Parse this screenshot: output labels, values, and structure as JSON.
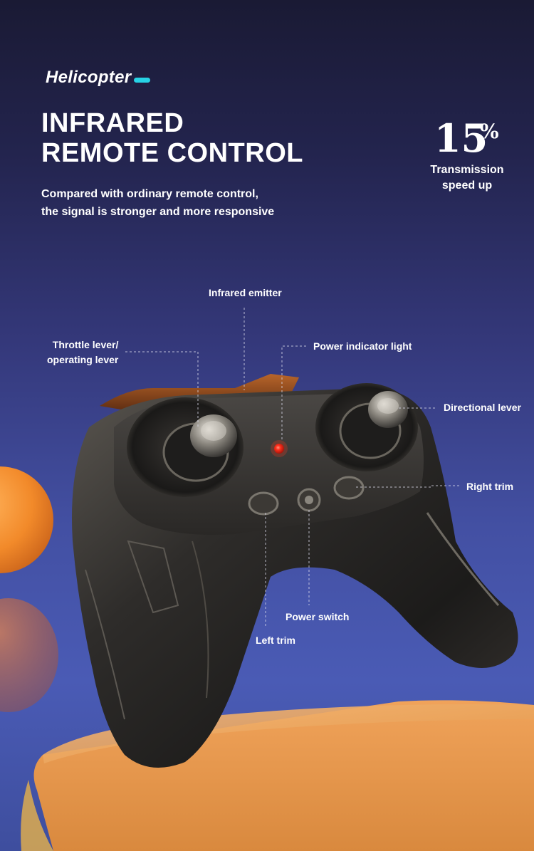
{
  "header": {
    "tag": "Helicopter",
    "title_lines": [
      "INFRARED",
      "REMOTE CONTROL"
    ],
    "subtitle_lines": [
      "Compared with ordinary remote control,",
      "the signal is stronger and more responsive"
    ]
  },
  "stat": {
    "value": "15",
    "unit": "%",
    "label_lines": [
      "Transmission",
      "speed up"
    ]
  },
  "callouts": {
    "infrared_emitter": "Infrared emitter",
    "throttle_lever": [
      "Throttle lever/",
      "operating lever"
    ],
    "power_indicator": "Power indicator light",
    "directional_lever": "Directional lever",
    "right_trim": "Right trim",
    "power_switch": "Power switch",
    "left_trim": "Left trim"
  },
  "colors": {
    "accent": "#27d3e5",
    "indicator_led": "#ff2a1a",
    "orange_ball": "#f28a2a",
    "pedestal": "#e9a35e"
  }
}
